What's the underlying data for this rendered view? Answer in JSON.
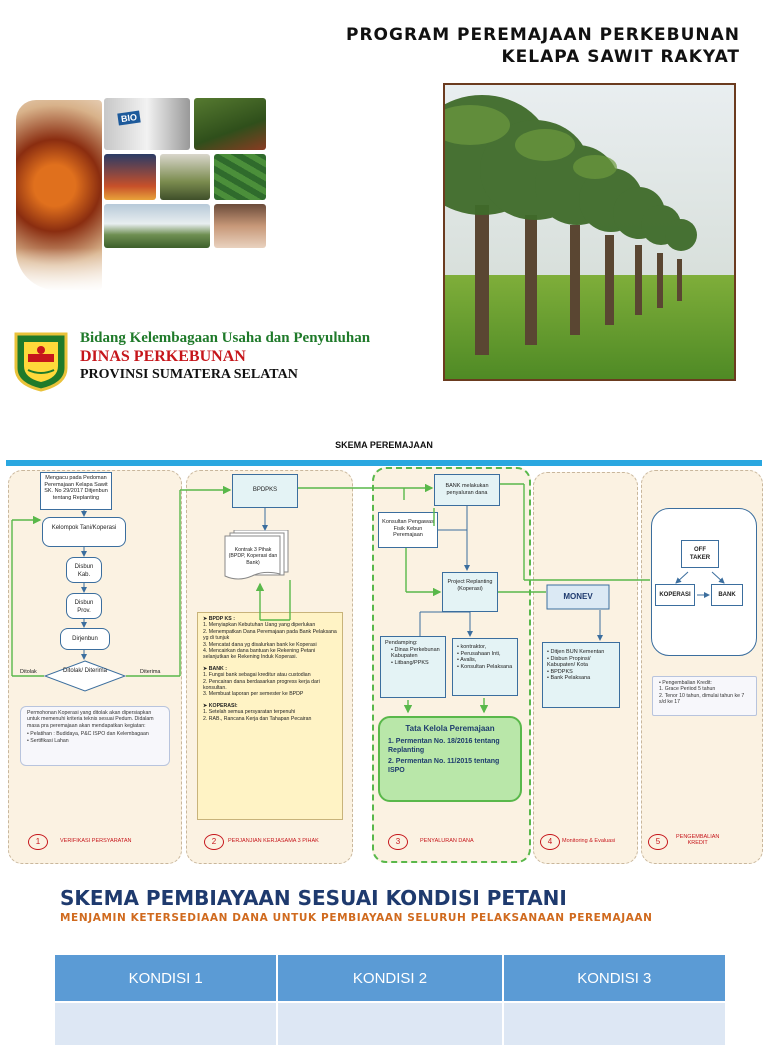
{
  "header": {
    "title_line1": "PROGRAM PEREMAJAAN PERKEBUNAN",
    "title_line2": "KELAPA SAWIT RAKYAT"
  },
  "collage": {
    "tiles": [
      "palm-fruit-hands-image",
      "biodiesel-pump-image",
      "palm-harvest-image",
      "power-tower-image",
      "worker-field-image",
      "palm-plantation-aerial-image",
      "refinery-plant-image",
      "child-image"
    ],
    "biodiesel_label": "BIO"
  },
  "org": {
    "line1": "Bidang Kelembagaan Usaha dan Penyuluhan",
    "line2": "DINAS PERKEBUNAN",
    "line3": "PROVINSI SUMATERA SELATAN"
  },
  "skema": {
    "heading": "SKEMA PEREMAJAAN",
    "col1": {
      "ref_note": "Mengacu pada Pedoman Peremajaan Kelapa Sawit SK. No 29/2017 Ditjenbun tentang Replanting",
      "kelompok": "Kelompok Tani/Koperasi",
      "disbun_kab": "Disbun Kab.",
      "disbun_prov": "Disbun Prov.",
      "dirjenbun": "Dirjenbun",
      "decision": "Ditolak/ Diterima",
      "ditolak": "Ditolak",
      "diterima": "Diterima",
      "reject_note": "Permohonan Koperasi yang ditolak akan dipersiapkan untuk memenuhi kriteria teknis sesuai Pedum. Didalam masa pra peremajaan akan mendapatkan kegiatan:",
      "reject_items": [
        "Pelatihan : Budidaya, P&C ISPO dan Kelembagaan",
        "Sertifikasi Lahan"
      ],
      "step_num": "1",
      "step_label": "VERIFIKASI PERSYARATAN"
    },
    "col2": {
      "bpdpks": "BPDPKS",
      "kontrak": "Kontrak 3 Pihak (BPDP, Koperasi dan Bank)",
      "note_sections": [
        {
          "head": "BPDP KS :",
          "items": [
            "Menyiapkan Kebutuhan Uang yang diperlukan",
            "Menempatkan Dana Peremajaan pada Bank Pelaksana yg di tunjuk",
            "Mencatat dana yg disalurkan bank ke Koperasi",
            "Mencairkan dana bantuan ke Rekening Petani selanjutkan ke Rekening Induk Koperasi."
          ]
        },
        {
          "head": "BANK :",
          "items": [
            "Fungsi bank sebagai kreditur atau custodian",
            "Pencairan dana berdasarkan progress kerja dari konsultan.",
            "Membuat laporan per semester ke BPDP"
          ]
        },
        {
          "head": "KOPERASI:",
          "items": [
            "Setelah semua persyaratan terpenuhi",
            "RAB., Rancana Kerja dan Tahapan Pecairan"
          ]
        }
      ],
      "step_num": "2",
      "step_label": "PERJANJIAN KERJASAMA 3 PIHAK"
    },
    "col3": {
      "bank": "BANK melakukan penyaluran dana",
      "konsultan": "Konsultan Pengawas Fisik Kebun Peremajaan",
      "project": "Project Replanting (Koperasi)",
      "pendamping_title": "Pendamping:",
      "pendamping_items": [
        "Dinas Perkebunan Kabupaten",
        "Litbang/PPKS"
      ],
      "kontraktor_items": [
        "kontraktor,",
        "Perusahaan Inti,",
        "Avalis,",
        "Konsultan Pelaksana"
      ],
      "tata_title": "Tata Kelola Peremajaan",
      "tata_items": [
        "Permentan No. 18/2016 tentang Replanting",
        "Permentan No. 11/2015 tentang ISPO"
      ],
      "step_num": "3",
      "step_label": "PENYALURAN DANA"
    },
    "col4": {
      "monev": "MONEV",
      "items": [
        "Ditjen BUN Kementan",
        "Disbun Propinsi/ Kabupaten/ Kota",
        "BPDPKS",
        "Bank Pelaksana"
      ],
      "step_num": "4",
      "step_label": "Monitoring & Evaluasi"
    },
    "col5": {
      "offtaker": "OFF TAKER",
      "koperasi": "KOPERASI",
      "bank": "BANK",
      "kredit_head": "Pengembalian Kredit:",
      "kredit_items": [
        "Grace Periiod 5 tahun",
        "Tenor 10 tahun, dimulai tahun ke 7 s/d ke 17"
      ],
      "step_num": "5",
      "step_label1": "PENGEMBALIAN",
      "step_label2": "KREDIT"
    }
  },
  "section2": {
    "title": "SKEMA PEMBIAYAAN SESUAI KONDISI  PETANI",
    "subtitle": "MENJAMIN KETERSEDIAAN DANA UNTUK PEMBIAYAAN SELURUH PELAKSANAAN PEREMAJAAN",
    "columns": [
      "KONDISI  1",
      "KONDISI 2",
      "KONDISI 3"
    ]
  }
}
